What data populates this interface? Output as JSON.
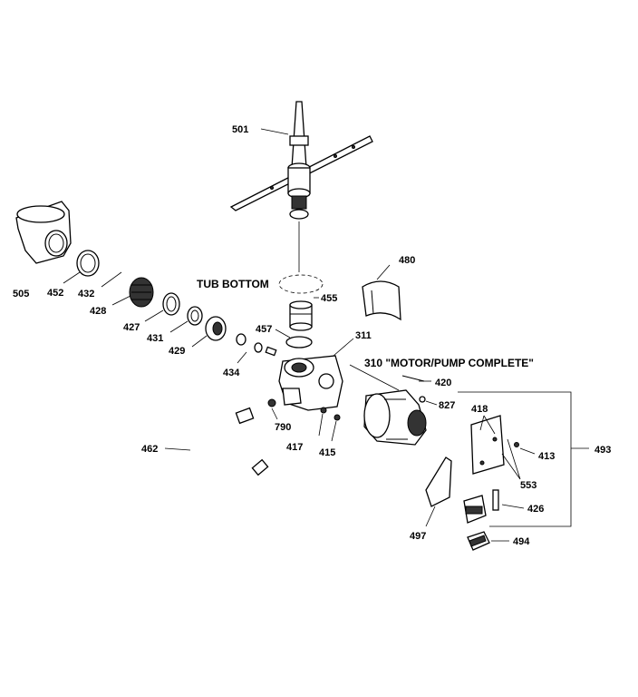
{
  "diagram": {
    "labels": {
      "p501": "501",
      "p505": "505",
      "p452": "452",
      "p432": "432",
      "p428": "428",
      "p427": "427",
      "p431": "431",
      "p429": "429",
      "p434": "434",
      "p480": "480",
      "p455": "455",
      "p457": "457",
      "p311": "311",
      "p310": "310 \"MOTOR/PUMP COMPLETE\"",
      "p420": "420",
      "p827": "827",
      "p790": "790",
      "p417": "417",
      "p415": "415",
      "p462": "462",
      "p418": "418",
      "p413": "413",
      "p493": "493",
      "p553": "553",
      "p426": "426",
      "p497": "497",
      "p494": "494",
      "tub_bottom": "TUB BOTTOM"
    }
  }
}
